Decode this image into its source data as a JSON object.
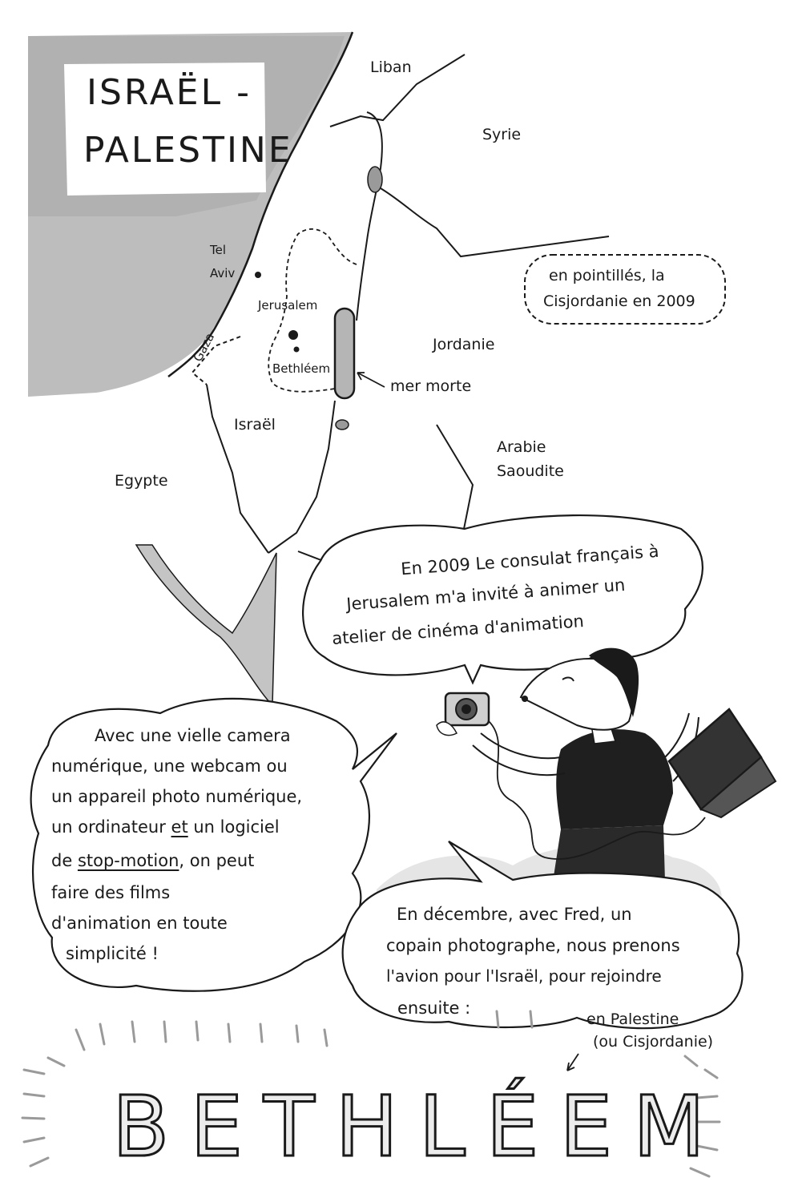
{
  "map": {
    "title_line1": "ISRAËL -",
    "title_line2": "PALESTINE",
    "labels": {
      "liban": "Liban",
      "syrie": "Syrie",
      "tel": "Tel",
      "aviv": "Aviv",
      "jerusalem": "Jerusalem",
      "bethleem": "Bethléem",
      "gaza": "Gaza",
      "jordanie": "Jordanie",
      "mer_morte": "mer morte",
      "israel": "Israël",
      "egypte": "Egypte",
      "arabie": "Arabie",
      "saoudite": "Saoudite"
    },
    "legend": {
      "line1": "en pointillés, la",
      "line2": "Cisjordanie en 2009"
    }
  },
  "bubbles": {
    "consulat": {
      "line1": "En 2009 Le consulat français à",
      "line2": "Jerusalem m'a invité à animer un",
      "line3": "atelier de cinéma d'animation"
    },
    "camera": {
      "line1": "Avec une vielle camera",
      "line2": "numérique, une webcam ou",
      "line3": "un appareil photo numérique,",
      "line4_a": "un ordinateur ",
      "line4_b": "et",
      "line4_c": " un logiciel",
      "line5_a": "de ",
      "line5_b": "stop-motion",
      "line5_c": ", on peut",
      "line6": "faire des films",
      "line7": "d'animation en toute",
      "line8": "simplicité !"
    },
    "decembre": {
      "line1": "En décembre, avec Fred, un",
      "line2": "copain photographe, nous prenons",
      "line3": "l'avion pour l'Israël, pour rejoindre",
      "line4": "ensuite :"
    }
  },
  "annotation": {
    "line1": "en Palestine",
    "line2": "(ou Cisjordanie)"
  },
  "title": "BETHLÉEM"
}
